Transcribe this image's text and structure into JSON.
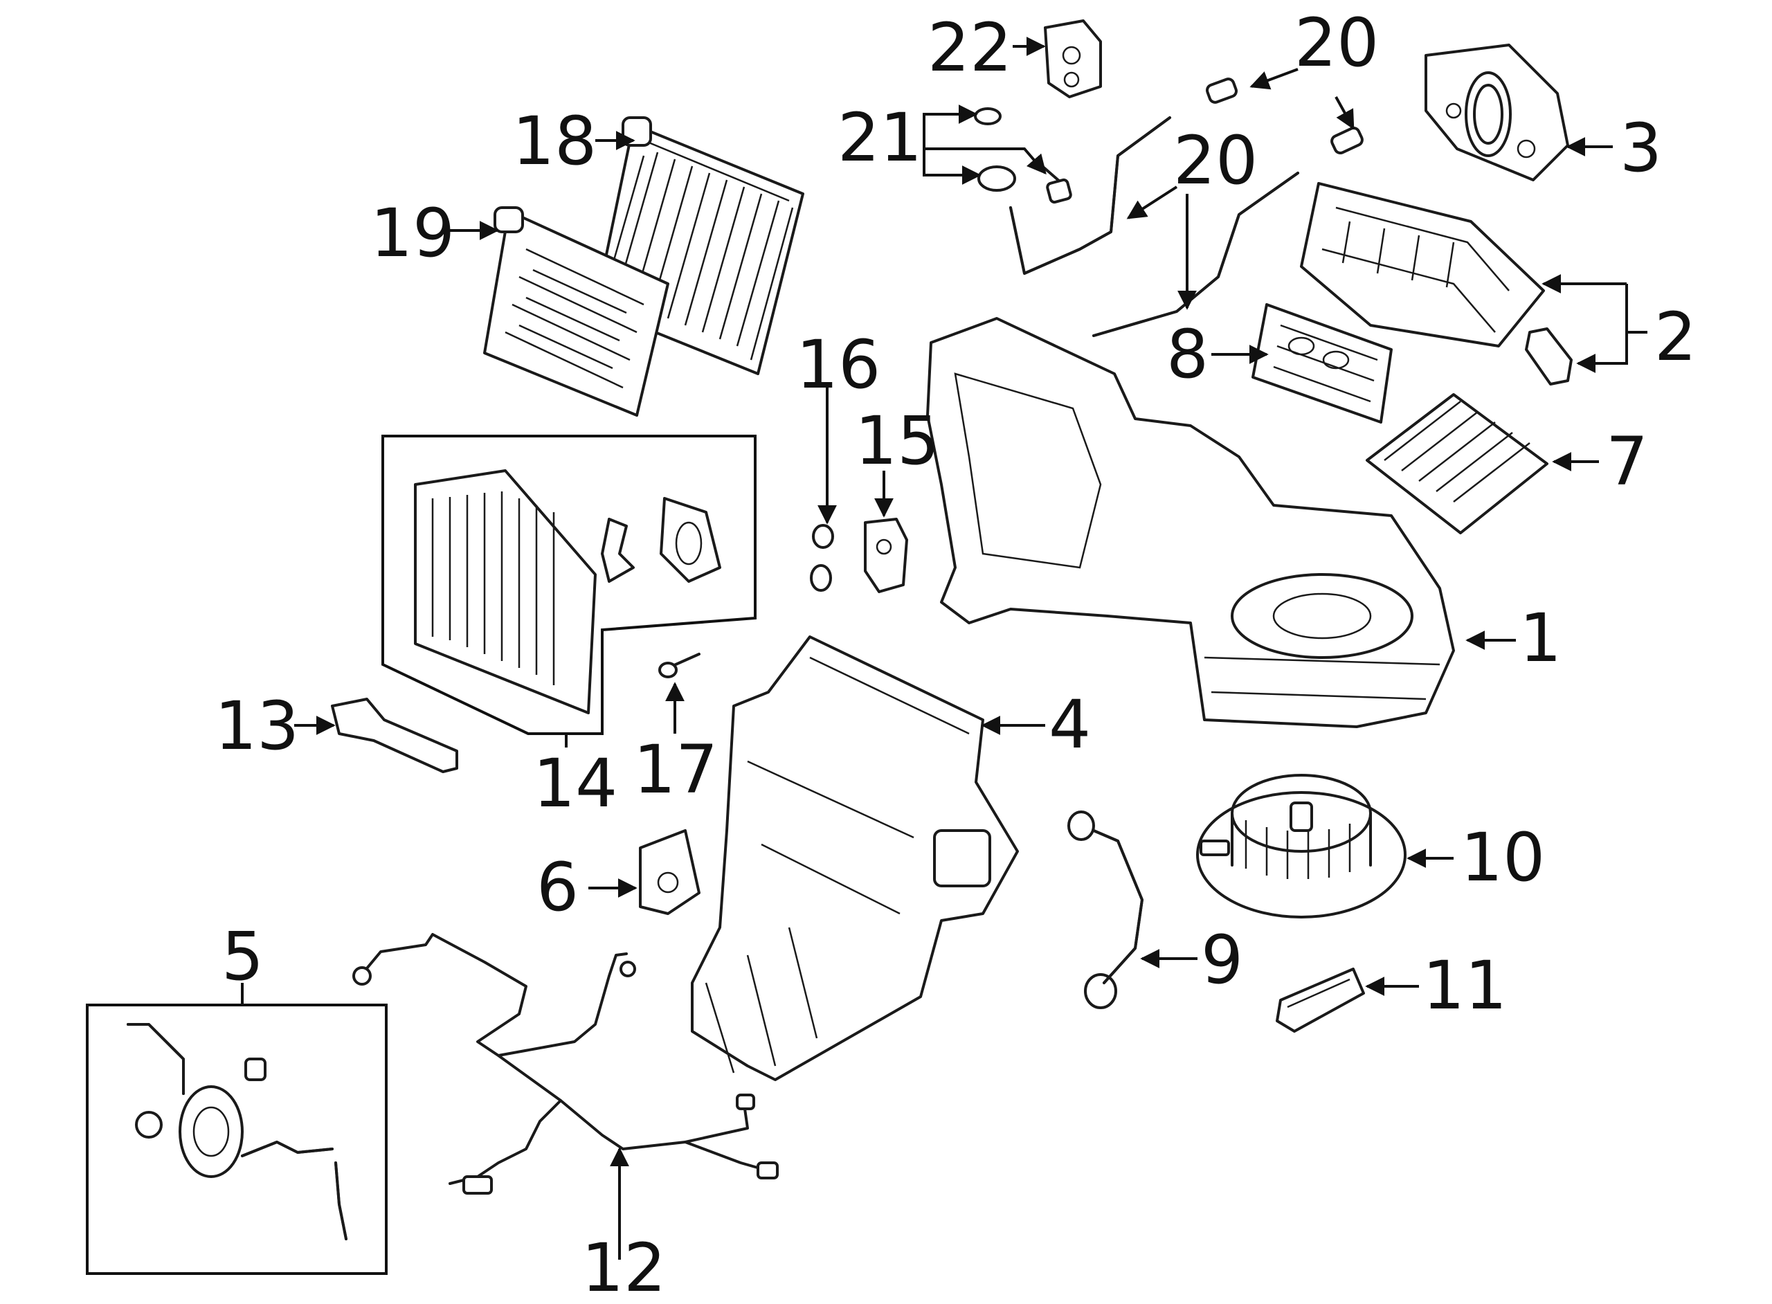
{
  "diagram": {
    "callouts": {
      "c1": "1",
      "c2": "2",
      "c3": "3",
      "c4": "4",
      "c5": "5",
      "c6": "6",
      "c7": "7",
      "c8": "8",
      "c9": "9",
      "c10": "10",
      "c11": "11",
      "c12": "12",
      "c13": "13",
      "c14": "14",
      "c15": "15",
      "c16": "16",
      "c17": "17",
      "c18": "18",
      "c19": "19",
      "c20a": "20",
      "c20b": "20",
      "c21": "21",
      "c22": "22"
    },
    "line_color": "#1a1a1a",
    "background": "#ffffff"
  }
}
